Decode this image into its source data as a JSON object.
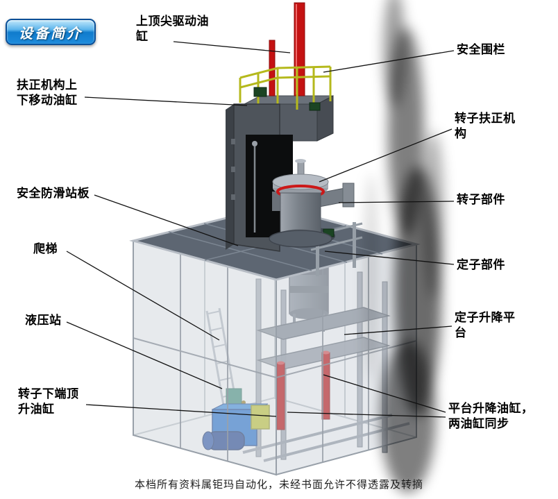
{
  "badge": {
    "label": "设备简介"
  },
  "footer": {
    "text": "本档所有资料属钜玛自动化，未经书面允许不得透露及转摘"
  },
  "callouts": {
    "top_cylinder": "上顶尖驱动油缸",
    "safety_fence": "安全围栏",
    "centering_cylinder": "扶正机构上下移动油缸",
    "rotor_centering": "转子扶正机构",
    "antislip_plate": "安全防滑站板",
    "rotor_part": "转子部件",
    "ladder": "爬梯",
    "stator_part": "定子部件",
    "hydraulic_station": "液压站",
    "stator_lift_platform": "定子升降平台",
    "rotor_bottom_cylinder": "转子下端顶升油缸",
    "platform_lift_cylinder": "平台升降油缸，两油缸同步"
  },
  "colors": {
    "badge_blue": "#1e8cdc",
    "cylinder_red": "#c41212",
    "fence_yellow": "#b5b91c",
    "hydraulic_blue": "#1e6fd0",
    "platform_gray": "#5d6672"
  }
}
